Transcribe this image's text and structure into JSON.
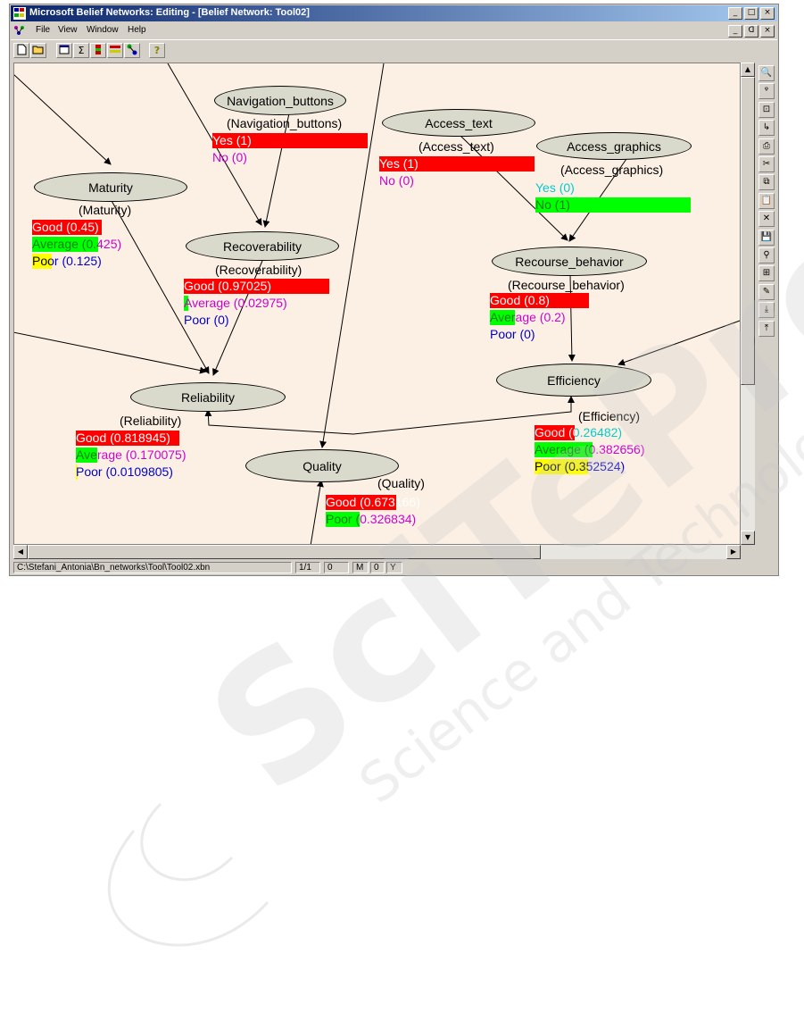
{
  "window": {
    "title": "Microsoft Belief Networks: Editing  - [Belief Network:  Tool02]",
    "caption_buttons": [
      "_",
      "□",
      "×"
    ],
    "mdi_buttons": [
      "_",
      "ᗡ",
      "×"
    ]
  },
  "menu": [
    "File",
    "View",
    "Window",
    "Help"
  ],
  "toolbar": {
    "buttons": [
      "new-file-icon",
      "open-folder-icon",
      "properties-icon",
      "sigma-icon",
      "node-icon",
      "states-icon",
      "network-icon",
      "help-icon"
    ],
    "sigma_glyph": "Σ",
    "help_glyph": "?"
  },
  "right_tools": {
    "icons": [
      "zoom-in-icon",
      "zoom-small-icon",
      "zoom-fit-icon",
      "arc-icon",
      "print-icon",
      "cut-icon",
      "copy-icon",
      "paste-icon",
      "delete-icon",
      "save-icon",
      "find-icon",
      "layout-icon",
      "edit-node-icon",
      "download-icon",
      "upload-icon"
    ],
    "glyphs": [
      "🔍",
      "ᵠ",
      "⊡",
      "↳",
      "⎙",
      "✂",
      "⧉",
      "📋",
      "✕",
      "💾",
      "⚲",
      "⊞",
      "✎",
      "⤓",
      "⤒"
    ]
  },
  "nodes": [
    {
      "id": "navigation_buttons",
      "label": "Navigation_buttons",
      "paren": "(Navigation_buttons)",
      "states": [
        {
          "text": "Yes (1)",
          "prob": 1.0,
          "bar": "#ff0000",
          "color": "#ffffff"
        },
        {
          "text": "No (0)",
          "prob": 0.0,
          "bar": "#00ff00",
          "color": "#cc00cc"
        }
      ]
    },
    {
      "id": "access_text",
      "label": "Access_text",
      "paren": "(Access_text)",
      "states": [
        {
          "text": "Yes (1)",
          "prob": 1.0,
          "bar": "#ff0000",
          "color": "#ffffff"
        },
        {
          "text": "No (0)",
          "prob": 0.0,
          "bar": "#00ff00",
          "color": "#cc00cc"
        }
      ]
    },
    {
      "id": "access_graphics",
      "label": "Access_graphics",
      "paren": "(Access_graphics)",
      "states": [
        {
          "text": "Yes (0)",
          "prob": 0.0,
          "bar": "#ff0000",
          "color": "#00cccc"
        },
        {
          "text": "No (1)",
          "prob": 1.0,
          "bar": "#00ff00",
          "color": "#008000"
        }
      ]
    },
    {
      "id": "maturity",
      "label": "Maturity",
      "paren": "(Maturity)",
      "states": [
        {
          "text": "Good (0.45)",
          "prob": 0.45,
          "bar": "#ff0000",
          "color": "#ffffff",
          "tail": "#0000cc"
        },
        {
          "text": "Average (0.425)",
          "prob": 0.425,
          "bar": "#00ff00",
          "color": "#008000",
          "tail": "#cc00cc"
        },
        {
          "text": "Poor (0.125)",
          "prob": 0.125,
          "bar": "#ffff00",
          "color": "#000000",
          "tail": "#0000cc"
        }
      ]
    },
    {
      "id": "recoverability",
      "label": "Recoverability",
      "paren": "(Recoverability)",
      "states": [
        {
          "text": "Good (0.97025)",
          "prob": 0.97025,
          "bar": "#ff0000",
          "color": "#ffffff"
        },
        {
          "text": "Average (0.02975)",
          "prob": 0.02975,
          "bar": "#00ff00",
          "color": "#cc00cc"
        },
        {
          "text": "Poor (0)",
          "prob": 0.0,
          "bar": "#ffff00",
          "color": "#0000cc"
        }
      ]
    },
    {
      "id": "recourse_behavior",
      "label": "Recourse_behavior",
      "paren": "(Recourse_behavior)",
      "states": [
        {
          "text": "Good (0.8)",
          "prob": 0.8,
          "bar": "#ff0000",
          "color": "#ffffff"
        },
        {
          "text": "Average (0.2)",
          "prob": 0.2,
          "bar": "#00ff00",
          "color": "#008000",
          "tail": "#cc00cc"
        },
        {
          "text": "Poor (0)",
          "prob": 0.0,
          "bar": "#ffff00",
          "color": "#0000cc"
        }
      ]
    },
    {
      "id": "reliability",
      "label": "Reliability",
      "paren": "(Reliability)",
      "states": [
        {
          "text": "Good (0.818945)",
          "prob": 0.818945,
          "bar": "#ff0000",
          "color": "#ffffff"
        },
        {
          "text": "Average (0.170075)",
          "prob": 0.170075,
          "bar": "#00ff00",
          "color": "#008000",
          "tail": "#cc00cc"
        },
        {
          "text": "Poor (0.0109805)",
          "prob": 0.0109805,
          "bar": "#ffff00",
          "color": "#0000cc"
        }
      ]
    },
    {
      "id": "efficiency",
      "label": "Efficiency",
      "paren": "(Efficiency)",
      "states": [
        {
          "text": "Good (0.26482)",
          "prob": 0.26482,
          "bar": "#ff0000",
          "color": "#ffffff",
          "tail": "#00cccc"
        },
        {
          "text": "Average (0.382656)",
          "prob": 0.382656,
          "bar": "#00ff00",
          "color": "#008000",
          "tail": "#cc00cc"
        },
        {
          "text": "Poor (0.352524)",
          "prob": 0.352524,
          "bar": "#ffff00",
          "color": "#000000",
          "tail": "#0000cc"
        }
      ]
    },
    {
      "id": "quality",
      "label": "Quality",
      "paren": "(Quality)",
      "states": [
        {
          "text": "Good (0.673166)",
          "prob": 0.673166,
          "bar": "#ff0000",
          "color": "#ffffff"
        },
        {
          "text": "Poor (0.326834)",
          "prob": 0.326834,
          "bar": "#00ff00",
          "color": "#008000",
          "tail": "#cc00cc"
        }
      ]
    }
  ],
  "status": {
    "path": "C:\\Stefani_Antonia\\Bn_networks\\Tool\\Tool02.xbn",
    "page": "1/1",
    "count": "0",
    "m_label": "M",
    "m_value": "0",
    "y_label": "Y"
  },
  "colors": {
    "title_start": "#0a246a",
    "title_end": "#a6caf0",
    "canvas": "#fcf0e4",
    "node_fill": "#d9d9cc"
  }
}
